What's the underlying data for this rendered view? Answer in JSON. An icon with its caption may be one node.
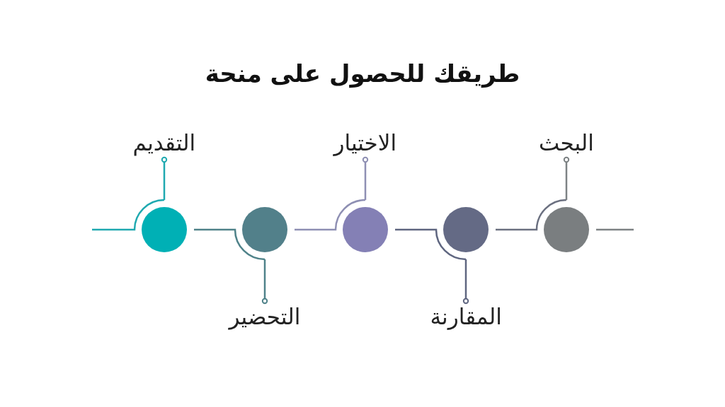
{
  "diagram": {
    "title": "طريقك للحصول على منحة",
    "nodes": [
      {
        "text": [],
        "shape": "circle"
      },
      {
        "text": [],
        "shape": "circle"
      },
      {
        "text": [],
        "shape": "circle"
      },
      {
        "text": [],
        "shape": "circle"
      },
      {
        "text": [],
        "shape": "circle"
      },
      {
        "text": [
          "التقديم"
        ]
      },
      {
        "text": [
          "التحضير"
        ]
      },
      {
        "text": [
          "الاختيار"
        ]
      },
      {
        "text": [
          "المقارنة"
        ]
      },
      {
        "text": [
          "البحث"
        ]
      }
    ],
    "edges": [
      {
        "from": null,
        "to": 0,
        "arrow": "none",
        "color": "#1fa9b0"
      },
      {
        "from": 0,
        "to": 1,
        "arrow": "none",
        "color": "#4f8289"
      },
      {
        "from": 1,
        "to": 2,
        "arrow": "none",
        "color": "#8e8fb3"
      },
      {
        "from": 2,
        "to": 3,
        "arrow": "none",
        "color": "#5f6680"
      },
      {
        "from": 3,
        "to": 4,
        "arrow": "none",
        "color": "#6b7080"
      },
      {
        "from": 4,
        "to": null,
        "arrow": "none",
        "color": "#7d8284"
      },
      {
        "from": 5,
        "to": 0,
        "arrow": "other",
        "color": "#1fa9b0"
      },
      {
        "from": 6,
        "to": 1,
        "arrow": "other",
        "color": "#4f8289"
      },
      {
        "from": 7,
        "to": 2,
        "arrow": "other",
        "color": "#8e8fb3"
      },
      {
        "from": 8,
        "to": 3,
        "arrow": "other",
        "color": "#5f6680"
      },
      {
        "from": 9,
        "to": 4,
        "arrow": "other",
        "color": "#7d8284"
      }
    ]
  }
}
